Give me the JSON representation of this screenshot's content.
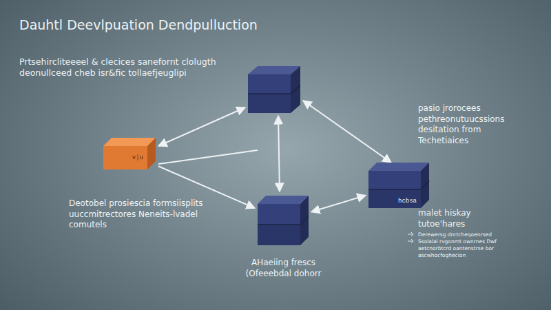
{
  "diagram": {
    "title": "Dauhtl Deevlpuation Dendpulluction",
    "nodes": [
      {
        "text": [
          "v|u"
        ]
      },
      {
        "text": [
          "AHaeiing frescs (Ofeeebdal dohorr"
        ]
      },
      {
        "text": [
          "hcbsa",
          "malet hiskay tutoe'hares"
        ]
      }
    ],
    "edges": [
      {
        "from": 0,
        "to": 1,
        "arrow": "to"
      },
      {
        "from": 1,
        "to": 2,
        "arrow": "both"
      }
    ],
    "labels": [
      "Prtsehircliteeeel & clecices sanefornt clolugth deonullceed cheb isr&fic tollaefjeuglipi",
      "pasio jrorocees pethreonutuucssions desitation from Techetiaices",
      "Deotobel prosiescia formsiisplits uuccmitrectores Neneits-lvadel comutels",
      "Derewersg dnrtcheqoenrsed",
      "Ssolalal rvgonmt ownrnes Dwf",
      "aetcnorbtcrd oantenstrse bor",
      "ascwhocfoghecion"
    ]
  }
}
